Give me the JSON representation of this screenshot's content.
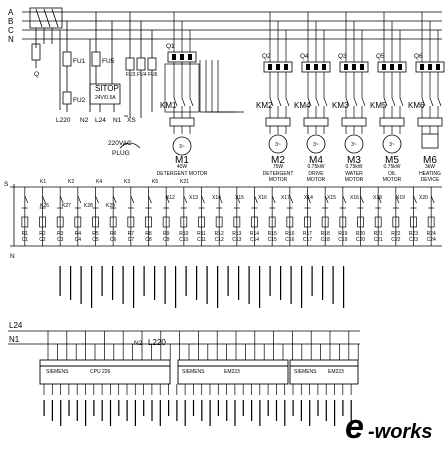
{
  "phases": [
    "A",
    "B",
    "C",
    "N"
  ],
  "isolator": {
    "label": "Q"
  },
  "fuses_left": [
    {
      "id": "fu1",
      "label": "FU1"
    },
    {
      "id": "fu2",
      "label": "FU2"
    },
    {
      "id": "fu5",
      "label": "FU5"
    },
    {
      "id": "fu3",
      "label": "FU3"
    },
    {
      "id": "fu4",
      "label": "FU4"
    },
    {
      "id": "fu6",
      "label": "FU6"
    }
  ],
  "supply_labels": {
    "l220": "L220",
    "n2": "N2",
    "l24": "L24",
    "n1": "N1",
    "xs": "XS"
  },
  "psu": {
    "name": "SITOP",
    "rating": "24V/0.5A"
  },
  "plug": {
    "line1": "220VAC",
    "line2": "PLUG"
  },
  "breakers": [
    "Q1",
    "Q2",
    "Q4",
    "Q3",
    "Q5",
    "Q6"
  ],
  "contactors": [
    "KM1",
    "KM2",
    "KM4",
    "KM3",
    "KM5",
    "KM6"
  ],
  "motors": [
    {
      "id": "M1",
      "tag": "M1",
      "name_line1": "DETERGENT MOTOR",
      "name_line2": "",
      "rating": "40W"
    },
    {
      "id": "M2",
      "tag": "M2",
      "name_line1": "DETERGENT",
      "name_line2": "MOTOR",
      "rating": "75W"
    },
    {
      "id": "M4",
      "tag": "M4",
      "name_line1": "DRIVE",
      "name_line2": "MOTOR",
      "rating": "0.75kW"
    },
    {
      "id": "M3",
      "tag": "M3",
      "name_line1": "WATER",
      "name_line2": "MOTOR",
      "rating": "0.75kW"
    },
    {
      "id": "M5",
      "tag": "M5",
      "name_line1": "OIL",
      "name_line2": "MOTOR",
      "rating": "0.75kW"
    },
    {
      "id": "M6",
      "tag": "M6",
      "name_line1": "HEATING",
      "name_line2": "DEVICE",
      "rating": "3kW"
    }
  ],
  "motor_symbol_text": "3~",
  "control": {
    "rail_s": "S",
    "rail_n": "N",
    "k_top": [
      "K1",
      "K2",
      "K4",
      "K3",
      "K5",
      "K21"
    ],
    "k_upper": [
      "X12",
      "X13",
      "X14",
      "X15",
      "X16",
      "X17",
      "X14",
      "X15",
      "X16",
      "X18",
      "X19",
      "X20"
    ],
    "k_hand": [
      "K26",
      "K27",
      "K28",
      "K29"
    ],
    "relay_cols": [
      "R1",
      "R2",
      "R3",
      "R4",
      "R5",
      "R6",
      "R7",
      "R8",
      "R9",
      "R10",
      "R11",
      "R12",
      "R13",
      "R14",
      "R15",
      "R16",
      "R17",
      "R18",
      "R19",
      "R20",
      "R21",
      "R22",
      "R23",
      "R24"
    ],
    "relay_codes": [
      "C1",
      "C2",
      "C3",
      "C4",
      "C5",
      "C6",
      "C7",
      "C8",
      "C9",
      "C10",
      "C11",
      "C12",
      "C13",
      "C14",
      "C15",
      "C16",
      "C17",
      "C18",
      "C19",
      "C20",
      "C21",
      "C22",
      "C23",
      "C24"
    ]
  },
  "plc": {
    "l24": "L24",
    "n1": "N1",
    "n2": "N2",
    "l220": "L220",
    "modules": [
      {
        "brand": "SIEMENS",
        "model": "CPU 226"
      },
      {
        "brand": "SIEMENS",
        "model": "EM223"
      },
      {
        "brand": "SIEMENS",
        "model": "EM223"
      }
    ]
  },
  "watermark": {
    "prefix": "e",
    "word": "-works"
  },
  "colors": {
    "ink": "#000000",
    "logo": "#c7c7c7"
  }
}
